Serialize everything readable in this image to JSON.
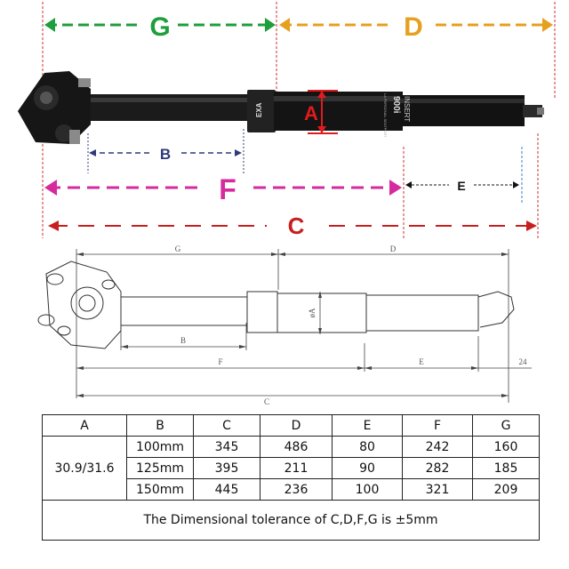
{
  "photo_labels": {
    "G": "G",
    "D": "D",
    "A": "A",
    "B": "B",
    "E": "E",
    "F": "F",
    "C": "C"
  },
  "seatpost_branding": {
    "left_logo": "EXA",
    "right_text": "INSERT",
    "model": "900i",
    "fine_print": "LA PERSONAL SEATPOST"
  },
  "drawing_labels": {
    "G": "G",
    "D": "D",
    "A": "øA",
    "B": "B",
    "F": "F",
    "E": "E",
    "C": "C",
    "extra": "24"
  },
  "colors": {
    "G": "#1e9e3c",
    "D": "#e6a020",
    "A": "#e01b1b",
    "B": "#2e3a78",
    "F": "#d62b9e",
    "E": "#111111",
    "C": "#c81e1e",
    "guide_red": "#c83232"
  },
  "table": {
    "headers": [
      "A",
      "B",
      "C",
      "D",
      "E",
      "F",
      "G"
    ],
    "diameter": "30.9/31.6",
    "rows": [
      [
        "100mm",
        "345",
        "486",
        "80",
        "242",
        "160"
      ],
      [
        "125mm",
        "395",
        "211",
        "90",
        "282",
        "185"
      ],
      [
        "150mm",
        "445",
        "236",
        "100",
        "321",
        "209"
      ]
    ],
    "note": "The Dimensional tolerance of C,D,F,G is ±5mm"
  }
}
